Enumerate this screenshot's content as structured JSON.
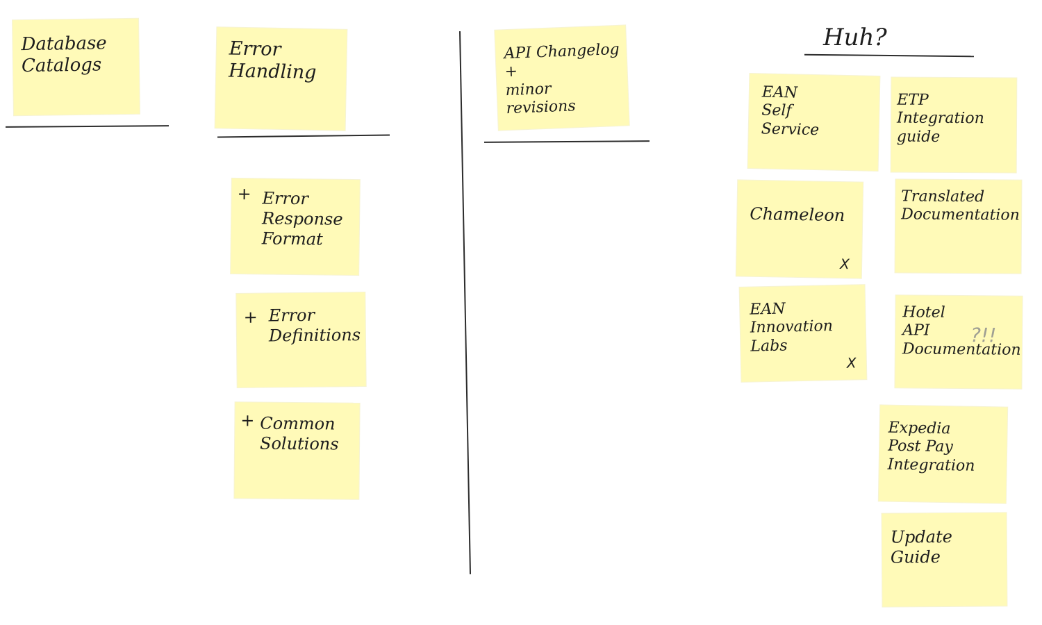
{
  "board": {
    "header": {
      "title": "Huh?"
    },
    "notes": {
      "database_catalogs": "Database\nCatalogs",
      "error_handling": "Error\nHandling",
      "error_response_format": "Error\nResponse\nFormat",
      "error_definitions": "Error\nDefinitions",
      "common_solutions": "Common\nSolutions",
      "api_changelog": "API Changelog\n+\nminor revisions",
      "ean_self_service": "EAN\nSelf\nService",
      "etp_integration_guide": "ETP\nIntegration\nguide",
      "chameleon": "Chameleon",
      "translated_documentation": "Translated\nDocumentation",
      "ean_innovation_labs": "EAN\nInnovation\nLabs",
      "hotel_api_documentation": "Hotel\nAPI\nDocumentation",
      "expedia_post_pay_integration": "Expedia\nPost Pay\nIntegration",
      "update_guide": "Update\nGuide"
    },
    "marks": {
      "plus": "+",
      "x": "X",
      "question_marks": "?!!"
    }
  }
}
